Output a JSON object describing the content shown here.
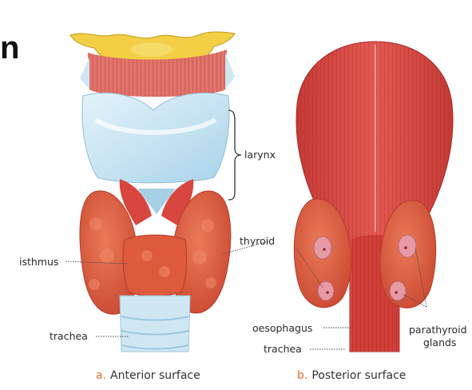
{
  "partial_glyph": "n",
  "labels": {
    "larynx": "larynx",
    "isthmus": "isthmus",
    "thyroid": "thyroid",
    "trachea_left": "trachea",
    "oesophagus": "oesophagus",
    "trachea_right": "trachea",
    "parathyroid_line1": "parathyroid",
    "parathyroid_line2": "glands"
  },
  "captions": {
    "a_letter": "a.",
    "a_text": "Anterior surface",
    "b_letter": "b.",
    "b_text": "Posterior surface"
  },
  "colors": {
    "muscle": "#d9463f",
    "muscle_dark": "#b92f2c",
    "thyroid": "#d9573e",
    "cartilage_blue": "#bfe0f0",
    "hyoid_yellow": "#f2cf45",
    "parathyroid_pink": "#e79aa6",
    "caption_accent": "#e0722a"
  }
}
